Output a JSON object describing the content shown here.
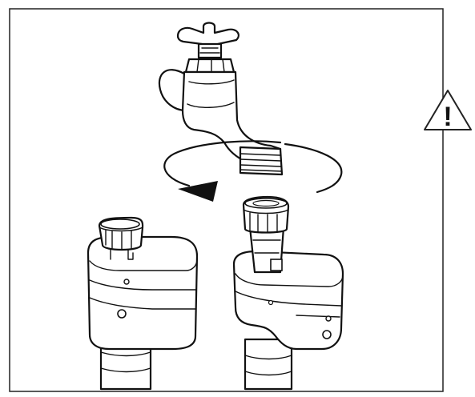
{
  "figure": {
    "panel": "hose-connection-illustration",
    "warning": {
      "icon": "warning-triangle-icon",
      "glyph": "!"
    },
    "elements": [
      "water-tap",
      "rotation-arrow",
      "inlet-hose-left",
      "inlet-hose-right"
    ]
  }
}
